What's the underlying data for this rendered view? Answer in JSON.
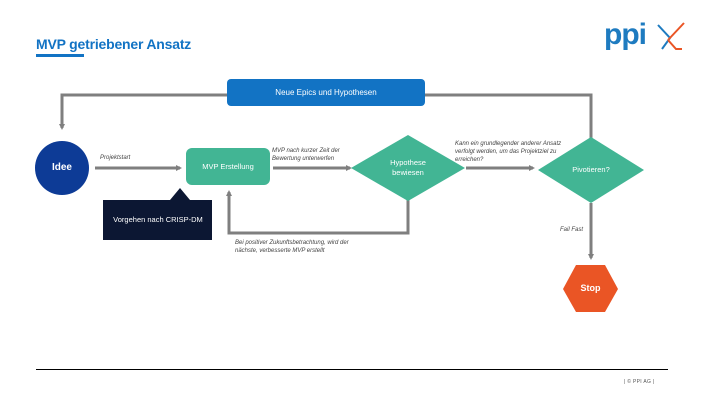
{
  "header": {
    "title": "MVP getriebener Ansatz",
    "logo_text": "ppi",
    "logo_mark": "x-mark"
  },
  "colors": {
    "brand_blue": "#1273c4",
    "banner_blue": "#1273c4",
    "idee_navy": "#0d3b96",
    "teal": "#42b594",
    "dark_navy": "#0c1733",
    "stop_orange": "#ea5525",
    "arrow_gray": "#7f7f7f"
  },
  "nodes": {
    "banner": "Neue Epics und Hypothesen",
    "idee": "Idee",
    "mvp": "MVP Erstellung",
    "crisp": "Vorgehen nach CRISP-DM",
    "hypothese": "Hypothese bewiesen",
    "pivot": "Pivotieren?",
    "stop": "Stop"
  },
  "labels": {
    "projektstart": "Projektstart",
    "mvp_bewertung": "MVP nach kurzer Zeit der Bewertung unterwerfen",
    "grundlegender_ansatz": "Kann ein grundlegender anderer Ansatz verfolgt werden, um das Projektziel zu erreichen?",
    "positive_zukunft": "Bei positiver Zukunftsbetrachtung, wird der nächste, verbesserte MVP erstellt",
    "fail_fast": "Fail Fast"
  },
  "footer": {
    "copyright": "|  © PPI AG  |"
  }
}
